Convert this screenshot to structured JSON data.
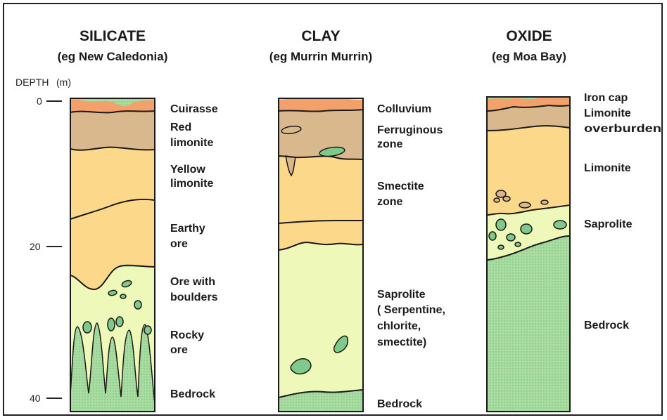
{
  "columns": [
    {
      "title": "SILICATE",
      "subtitle": "(eg New Caledonia)",
      "labels": [
        [
          "Cuirasse"
        ],
        [
          "Red",
          "limonite"
        ],
        [
          "Yellow",
          "limonite"
        ],
        [
          "Earthy",
          "ore"
        ],
        [
          "Ore with",
          "boulders"
        ],
        [
          "Rocky",
          "ore"
        ],
        [
          "Bedrock"
        ]
      ]
    },
    {
      "title": "CLAY",
      "subtitle": "(eg Murrin Murrin)",
      "labels": [
        [
          "Colluvium"
        ],
        [
          "Ferruginous",
          "zone"
        ],
        [
          "Smectite",
          "zone"
        ],
        [
          "Saprolite",
          "( Serpentine,",
          "chlorite,",
          "smectite)"
        ],
        [
          "Bedrock"
        ]
      ]
    },
    {
      "title": "OXIDE",
      "subtitle": "(eg Moa Bay)",
      "labels": [
        [
          "Iron cap"
        ],
        [
          "Limonite",
          "overburden"
        ],
        [
          "Limonite"
        ],
        [
          "Saprolite"
        ],
        [
          "Bedrock"
        ]
      ]
    }
  ],
  "depth_axis": {
    "title": "DEPTH",
    "unit": "(m)",
    "ticks": [
      "0",
      "20",
      "40"
    ]
  },
  "colors": {
    "cuirasse": "#f4a06a",
    "brown": "#d9b88e",
    "yellow": "#fcd98a",
    "saprolite": "#eef8b8",
    "bedrock": "#a8dca0",
    "boulder": "#7fc98a",
    "outline": "#1a1a1a"
  }
}
